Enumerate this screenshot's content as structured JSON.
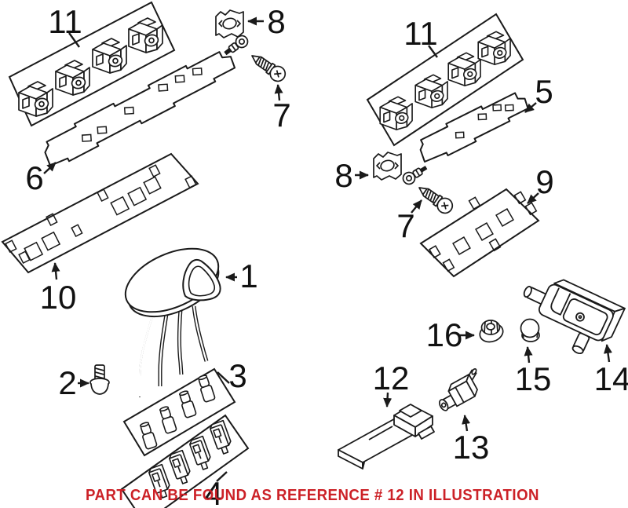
{
  "diagram": {
    "caption": "PART CAN BE FOUND AS REFERENCE # 12 IN ILLUSTRATION",
    "colors": {
      "line": "#1a1a1a",
      "caption": "#cc2127",
      "background": "#ffffff"
    },
    "callouts": {
      "clips_left": "11",
      "bracket_left": "8",
      "screw_top_left": "7",
      "amplifier_rail_left": "6",
      "plate_left": "10",
      "antenna_base": "1",
      "screw_bottom_left": "2",
      "terminal_pins": "3",
      "terminal_housings": "4",
      "clips_right": "11",
      "amplifier_rail_right": "5",
      "bracket_right": "8",
      "screw_right": "7",
      "plate_right": "9",
      "hex_nut": "16",
      "cap_nut": "15",
      "mount_bracket": "14",
      "control_module": "12",
      "sensor": "13"
    }
  }
}
